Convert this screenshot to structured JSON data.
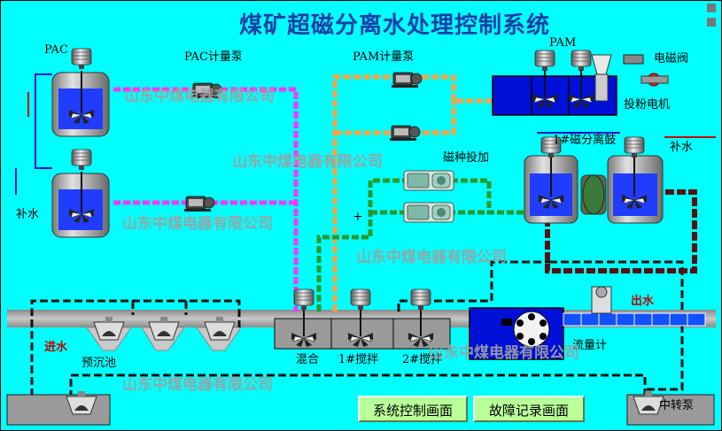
{
  "title": "煤矿超磁分离水处理控制系统",
  "labels": {
    "pac": "PAC",
    "pac_pump": "PAC计量泵",
    "pam_pump": "PAM计量泵",
    "pam": "PAM",
    "solenoid_valve": "电磁阀",
    "powder_feeder": "投粉电机",
    "makeup_water_right": "补水",
    "makeup_water_left": "补水",
    "separator": "1#磁分离鼓",
    "magnetic_seed": "磁种投加",
    "water_out": "出水",
    "water_in": "进水",
    "pre_settling": "预沉池",
    "mixing": "混合",
    "stirring1": "1#搅拌",
    "stirring2": "2#搅拌",
    "flowmeter": "流量计",
    "transfer_pump": "中转泵",
    "plus": "+"
  },
  "watermark": "山东中煤电器有限公司",
  "buttons": {
    "system_control": "系统控制画面",
    "fault_log": "故障记录画面"
  },
  "colors": {
    "background": "#00ffff",
    "title": "#1a3fa8",
    "pac_line": "#ff33ff",
    "pam_line": "#ffa040",
    "seed_line": "#2a9a2a",
    "sludge_line": "#5a1010",
    "dash_line": "#000000",
    "tank_water": "#1f3cff",
    "outlet_water": "#1050ff",
    "button": "#b9ff9a"
  }
}
